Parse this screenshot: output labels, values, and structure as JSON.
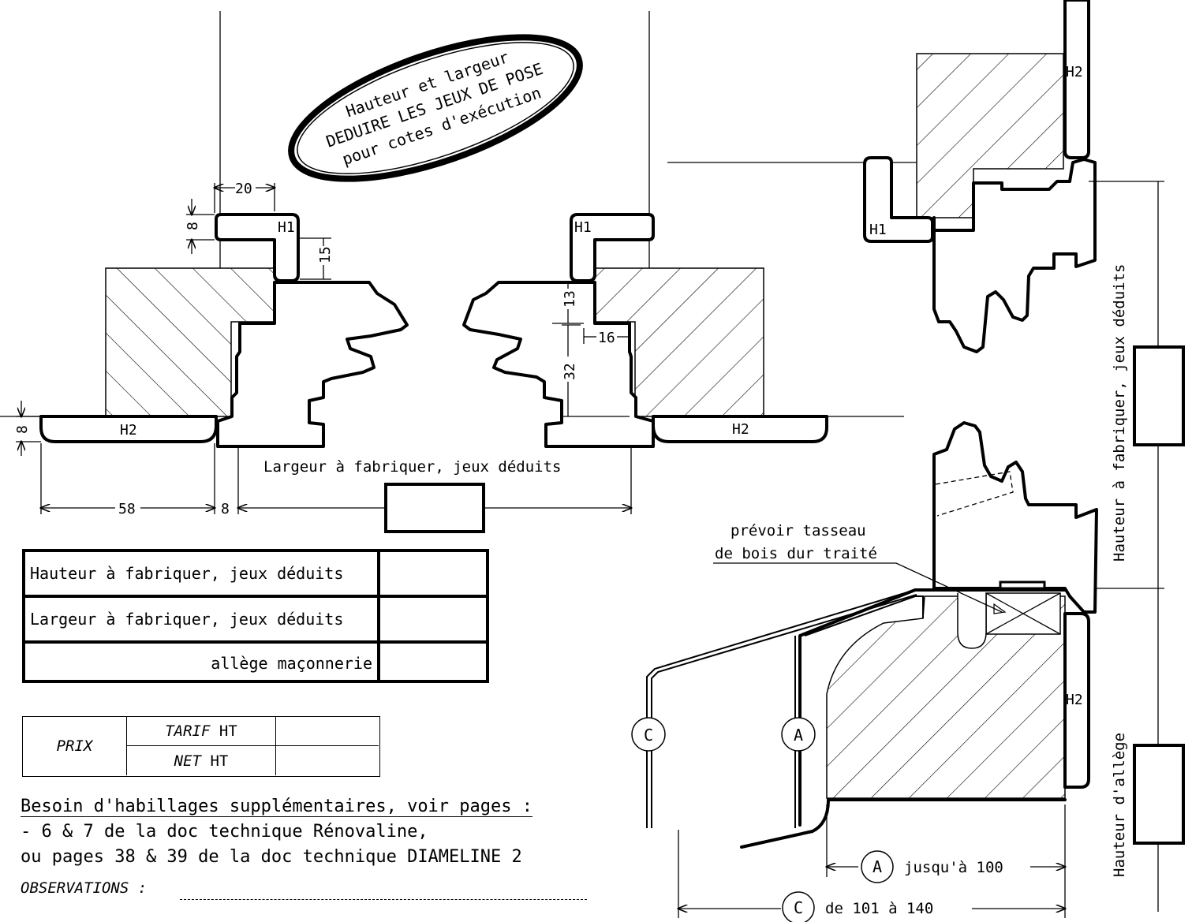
{
  "stamp": {
    "line1": "Hauteur et largeur",
    "line2": "DEDUIRE LES JEUX DE POSE",
    "line3": "pour cotes d'exécution"
  },
  "plan": {
    "frame_labels": {
      "h1_left": "H1",
      "h1_right": "H1",
      "h2_left": "H2",
      "h2_right": "H2"
    },
    "dimensions": {
      "d20": "20",
      "d8_top": "8",
      "d15": "15",
      "d8_left": "8",
      "d13": "13",
      "d16": "16",
      "d32": "32",
      "d58": "58",
      "d8_bottom": "8"
    },
    "width_label": "Largeur à fabriquer, jeux déduits"
  },
  "section": {
    "labels": {
      "h2_top": "H2",
      "h1": "H1",
      "h2_bottom": "H2"
    },
    "height_label": "Hauteur à fabriquer, jeux déduits",
    "sill_height_label": "Hauteur d'allège",
    "note_line1": "prévoir tasseau",
    "note_line2": "de bois dur traité",
    "callout_a": "A",
    "callout_c": "C",
    "range_a_letter": "A",
    "range_a_text": "jusqu'à 100",
    "range_c_letter": "C",
    "range_c_text": "de 101 à 140"
  },
  "spec_table": {
    "rows": [
      {
        "label": "Hauteur à fabriquer, jeux déduits",
        "value": ""
      },
      {
        "label": "Largeur à fabriquer, jeux déduits",
        "value": ""
      },
      {
        "label": "allège maçonnerie",
        "value": ""
      }
    ]
  },
  "price_table": {
    "label": "PRIX",
    "tarif_italic": "TARIF",
    "tarif_suffix": "HT",
    "net_italic": "NET",
    "net_suffix": "HT",
    "tarif_value": "",
    "net_value": ""
  },
  "notes": {
    "title": "Besoin d'habillages supplémentaires, voir pages :",
    "line1": "- 6 & 7 de la doc technique Rénovaline,",
    "line2": "ou pages 38 & 39 de la doc technique DIAMELINE 2",
    "observations_label": "OBSERVATIONS :"
  }
}
